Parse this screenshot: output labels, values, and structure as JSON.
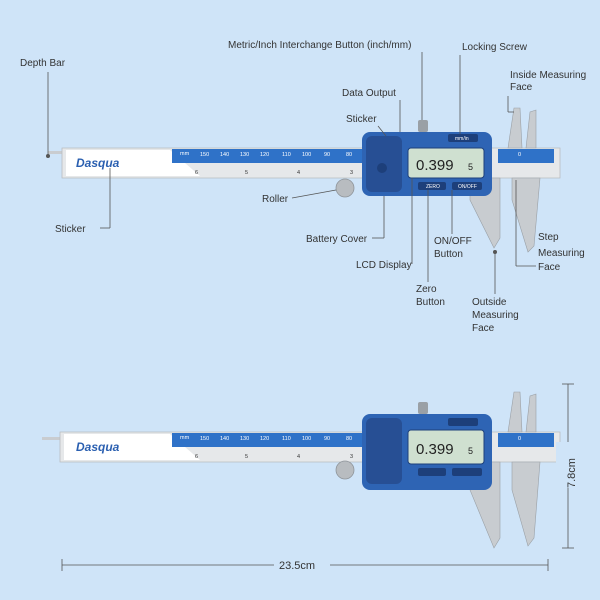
{
  "brand": "Dasqua",
  "lcd": {
    "value": "0.399",
    "unit": "5"
  },
  "buttons": {
    "unit": "mm/in",
    "zero": "ZERO",
    "onoff": "ON/OFF"
  },
  "scale": {
    "unit": "mm",
    "ticks": [
      "150",
      "140",
      "130",
      "120",
      "110",
      "100",
      "90",
      "80",
      "0"
    ],
    "inch_ticks": [
      "6",
      "5",
      "4",
      "3"
    ]
  },
  "labels": {
    "depth_bar": "Depth Bar",
    "sticker_left": "Sticker",
    "metric_button": "Metric/Inch Interchange Button (inch/mm)",
    "locking_screw": "Locking Screw",
    "inside_measuring_1": "Inside Measuring",
    "inside_measuring_2": "Face",
    "data_output": "Data Output",
    "sticker_top": "Sticker",
    "roller": "Roller",
    "battery_cover": "Battery Cover",
    "lcd_display": "LCD Display",
    "onoff_1": "ON/OFF",
    "onoff_2": "Button",
    "zero_1": "Zero",
    "zero_2": "Button",
    "outside_1": "Outside",
    "outside_2": "Measuring",
    "outside_3": "Face",
    "step_1": "Step",
    "step_2": "Measuring",
    "step_3": "Face"
  },
  "dimensions": {
    "height": "7.8cm",
    "length": "23.5cm"
  }
}
